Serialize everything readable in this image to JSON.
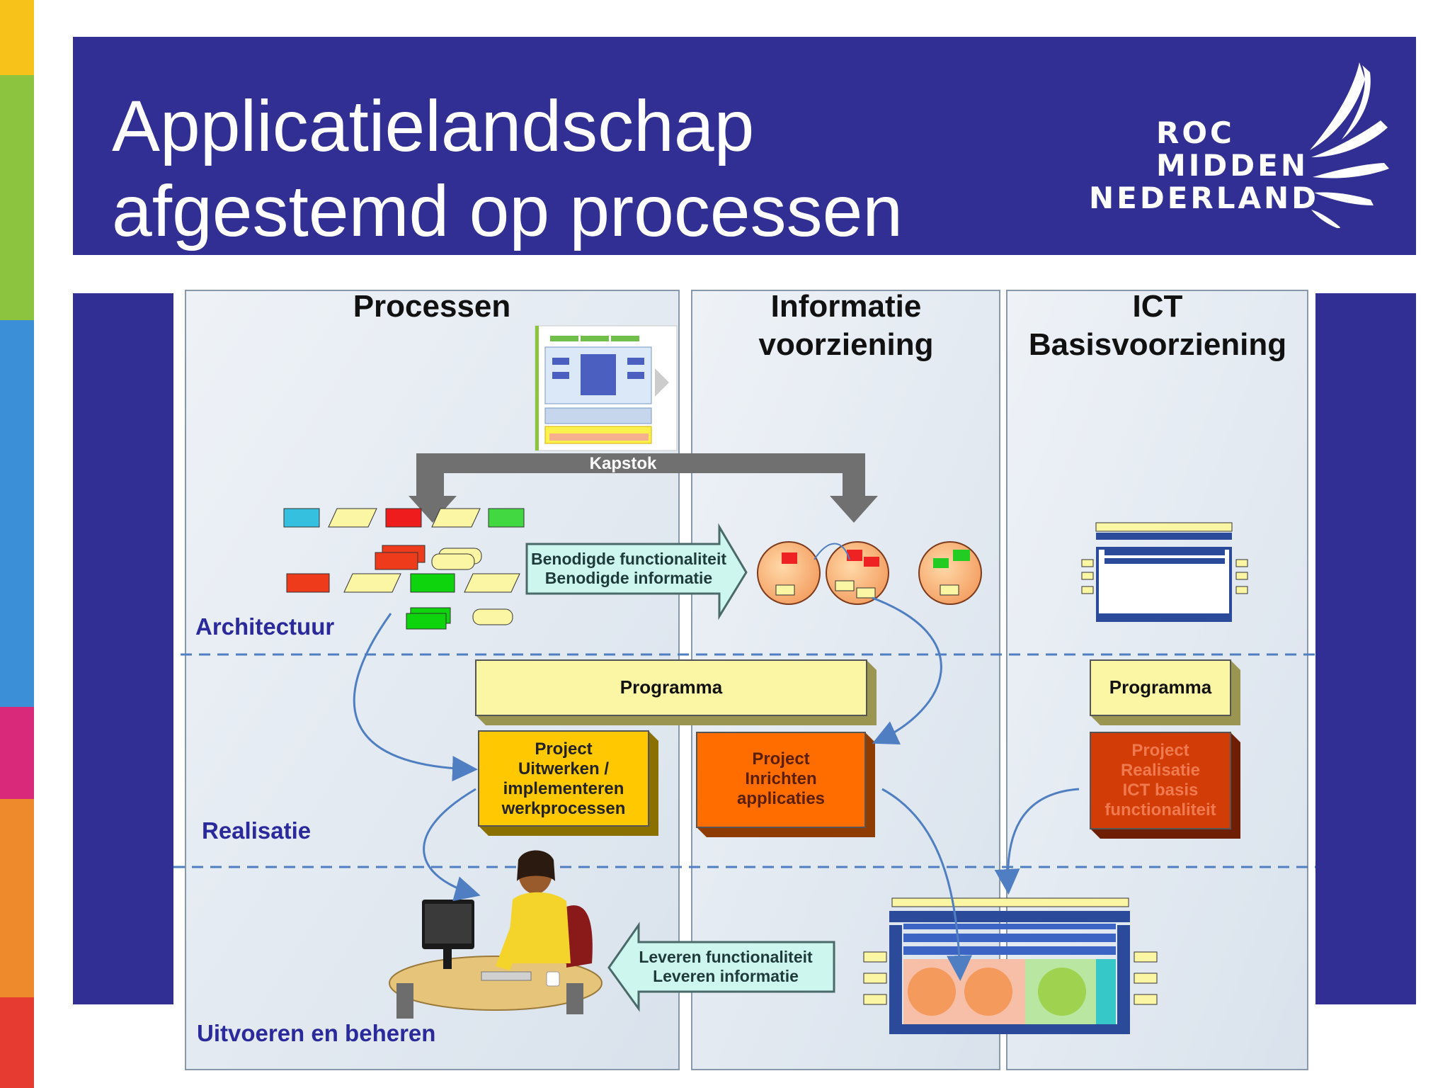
{
  "title": {
    "line1": "Applicatielandschap",
    "line2": "afgestemd op processen"
  },
  "logo": {
    "line1": "ROC",
    "line2": "MIDDEN",
    "line3": "NEDERLAND",
    "icon": "feather-icon"
  },
  "colors": {
    "banner": "#312f93",
    "stripe": [
      "#f7c21a",
      "#8cc43f",
      "#3a8fd6",
      "#d8297a",
      "#ef8a2c",
      "#e63b31"
    ],
    "panel": "#dde6ef",
    "row_label": "#2b2a9c",
    "programma": "#fbf6a4",
    "project_uitwerken": "#ffc800",
    "project_inrichten": "#ff6d00",
    "project_realisatie": "#d23c06",
    "connector_arrow": "#4f7fc2"
  },
  "columns": {
    "processen": "Processen",
    "informatie_line1": "Informatie",
    "informatie_line2": "voorziening",
    "ict_line1": "ICT",
    "ict_line2": "Basisvoorziening"
  },
  "rows": {
    "architectuur": "Architectuur",
    "realisatie": "Realisatie",
    "uitvoeren": "Uitvoeren en beheren"
  },
  "kapstok": "Kapstok",
  "benodigd": {
    "line1": "Benodigde functionaliteit",
    "line2": "Benodigde informatie"
  },
  "leveren": {
    "line1": "Leveren functionaliteit",
    "line2": "Leveren informatie"
  },
  "programma_left": "Programma",
  "programma_right": "Programma",
  "project_uitwerken": [
    "Project",
    "Uitwerken /",
    "implementeren",
    "werkprocessen"
  ],
  "project_inrichten": [
    "Project",
    "Inrichten",
    "applicaties"
  ],
  "project_realisatie": [
    "Project",
    "Realisatie",
    "ICT basis",
    "functionaliteit"
  ]
}
